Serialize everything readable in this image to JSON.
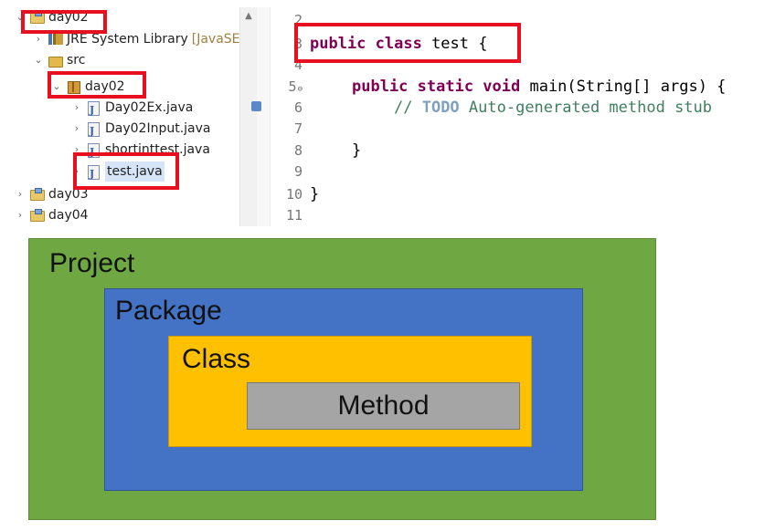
{
  "explorer": {
    "items": [
      {
        "label": "day02",
        "arrow": "⌄",
        "icon": "project-icon"
      },
      {
        "label": "JRE System Library",
        "suffix": "[JavaSE",
        "arrow": "›",
        "icon": "library-icon"
      },
      {
        "label": "src",
        "arrow": "⌄",
        "icon": "source-folder-icon"
      },
      {
        "label": "day02",
        "arrow": "⌄",
        "icon": "package-icon"
      },
      {
        "label": "Day02Ex.java",
        "arrow": "›",
        "icon": "java-file-icon"
      },
      {
        "label": "Day02Input.java",
        "arrow": "›",
        "icon": "java-file-icon"
      },
      {
        "label": "shortinttest.java",
        "arrow": "›",
        "icon": "java-file-icon"
      },
      {
        "label": "test.java",
        "arrow": "›",
        "icon": "java-file-icon",
        "selected": true
      },
      {
        "label": "day03",
        "arrow": "›",
        "icon": "project-icon"
      },
      {
        "label": "day04",
        "arrow": "›",
        "icon": "project-icon"
      }
    ]
  },
  "editor": {
    "line_numbers": [
      "2",
      "3",
      "4",
      "5",
      "6",
      "7",
      "8",
      "9",
      "10",
      "11"
    ],
    "fold_marker_line": "5",
    "code": {
      "l3_kw": "public class",
      "l3_rest": " test {",
      "l5_kw": "public static void",
      "l5_rest": " main(String[] args) {",
      "l6_comment_prefix": "// ",
      "l6_todo": "TODO",
      "l6_comment_rest": " Auto-generated method stub",
      "l8": "}",
      "l10": "}"
    }
  },
  "diagram": {
    "project": "Project",
    "package": "Package",
    "class": "Class",
    "method": "Method"
  },
  "colors": {
    "highlight": "#e8101e",
    "project": "#6fa843",
    "package": "#4472c4",
    "class": "#ffc000",
    "method": "#a5a5a5",
    "keyword": "#7f0055",
    "comment": "#3f7f5f"
  }
}
